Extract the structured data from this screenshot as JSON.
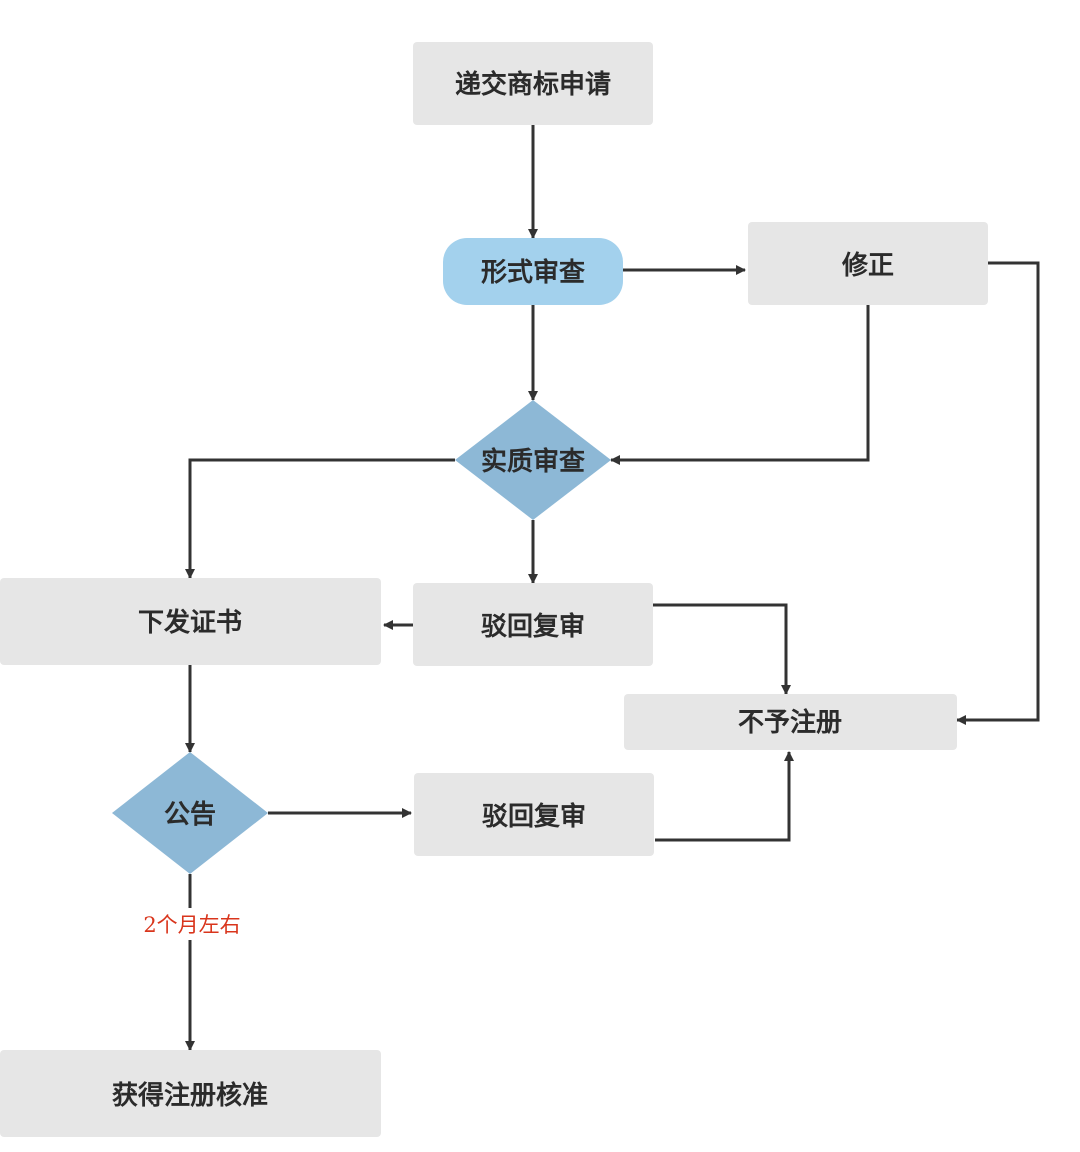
{
  "nodes": {
    "submit": {
      "label": "递交商标申请"
    },
    "formal_review": {
      "label": "形式审查"
    },
    "correction": {
      "label": "修正"
    },
    "substantive_review": {
      "label": "实质审查"
    },
    "issue_certificate": {
      "label": "下发证书"
    },
    "reject_review_1": {
      "label": "驳回复审"
    },
    "not_registered": {
      "label": "不予注册"
    },
    "announcement": {
      "label": "公告"
    },
    "reject_review_2": {
      "label": "驳回复审"
    },
    "approved": {
      "label": "获得注册核准"
    }
  },
  "edge_labels": {
    "announcement_to_approved": "2个月左右"
  },
  "colors": {
    "box": "#e6e6e6",
    "pill": "#a3d1ed",
    "diamond": "#8db8d6",
    "arrow": "#333333",
    "note": "#d9351c"
  }
}
